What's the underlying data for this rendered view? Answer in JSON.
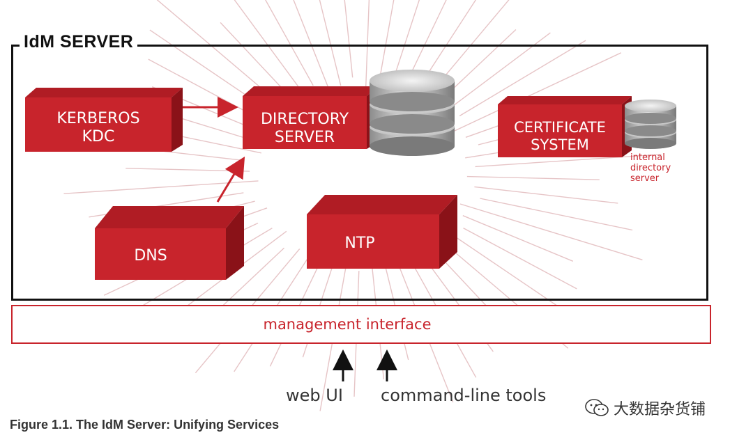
{
  "server": {
    "title": "IdM SERVER"
  },
  "components": {
    "kerberos": {
      "line1": "KERBEROS",
      "line2": "KDC"
    },
    "directory": {
      "line1": "DIRECTORY",
      "line2": "SERVER"
    },
    "certificate": {
      "line1": "CERTIFICATE",
      "line2": "SYSTEM",
      "note": [
        "internal",
        "directory",
        "server"
      ]
    },
    "dns": {
      "label": "DNS"
    },
    "ntp": {
      "label": "NTP"
    }
  },
  "management": {
    "label": "management interface"
  },
  "clients": [
    {
      "label": "web UI"
    },
    {
      "label": "command-line tools"
    }
  ],
  "caption": "Figure 1.1. The IdM Server: Unifying Services",
  "watermark": {
    "text": "大数据杂货铺",
    "icon": "wechat-icon"
  },
  "colors": {
    "box_front": "#c8242c",
    "box_top": "#b01c24",
    "box_side": "#8a1218",
    "accent": "#c8242c",
    "frame": "#111111",
    "ray": "#e6c4c6"
  }
}
